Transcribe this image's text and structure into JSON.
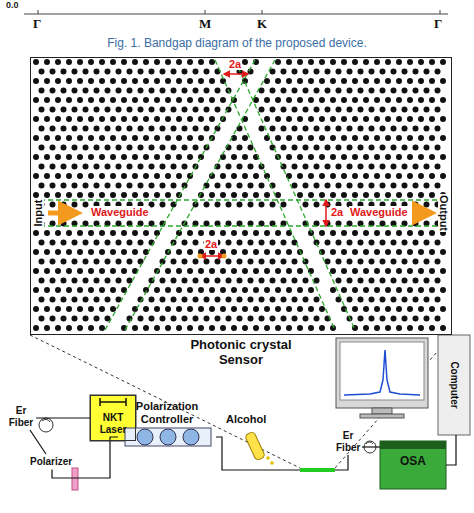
{
  "diagram": {
    "caption": "Fig. 1. Bandgap diagram of the proposed device.",
    "nodes": [
      {
        "text": [
          "Photonic crystal Sensor"
        ]
      },
      {
        "text": [
          "NKT Laser"
        ]
      },
      {
        "text": [
          "Er Fiber"
        ]
      },
      {
        "text": [
          "Polarizer"
        ]
      },
      {
        "text": [
          "Polarization Controller"
        ]
      },
      {
        "text": [
          "Er Fiber"
        ]
      },
      {
        "text": [
          "OSA"
        ]
      },
      {
        "text": [
          "Computer"
        ]
      }
    ],
    "edges": [
      {
        "from": 1,
        "to": 2,
        "arrow": "none"
      },
      {
        "from": 2,
        "to": 3,
        "arrow": "none"
      },
      {
        "from": 3,
        "to": 4,
        "arrow": "none"
      },
      {
        "from": 4,
        "to": 5,
        "arrow": "none"
      },
      {
        "from": 5,
        "to": 6,
        "arrow": "none"
      },
      {
        "from": 6,
        "to": 7,
        "arrow": "none"
      }
    ],
    "labels": [
      "0.0",
      "Γ",
      "M",
      "K",
      "Γ",
      "Input",
      "Waveguide",
      "2a",
      "2a",
      "Waveguide",
      "2a",
      "Output",
      "Alcohol"
    ]
  }
}
